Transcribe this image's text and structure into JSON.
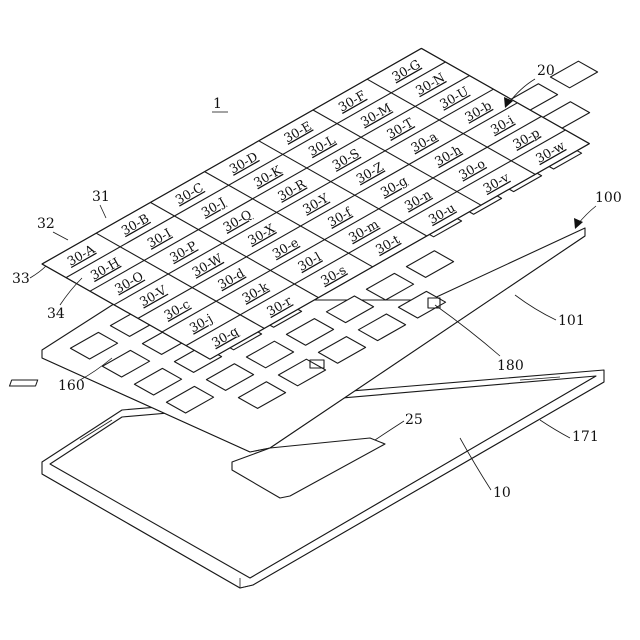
{
  "figure": {
    "title_ref": "1",
    "cell_labels": {
      "row1": [
        "30-A",
        "30-H",
        "30-O",
        "30-V",
        "30-c",
        "30-j",
        "30-q"
      ],
      "row2": [
        "30-B",
        "30-I",
        "30-P",
        "30-W",
        "30-d",
        "30-k",
        "30-r"
      ],
      "row3": [
        "30-C",
        "30-J",
        "30-Q",
        "30-X",
        "30-e",
        "30-l",
        "30-s"
      ],
      "row4": [
        "30-D",
        "30-K",
        "30-R",
        "30-Y",
        "30-f",
        "30-m",
        "30-t"
      ],
      "row5": [
        "30-E",
        "30-L",
        "30-S",
        "30-Z",
        "30-g",
        "30-n",
        "30-u"
      ],
      "row6": [
        "30-F",
        "30-M",
        "30-T",
        "30-a",
        "30-h",
        "30-o",
        "30-v"
      ],
      "row7": [
        "30-G",
        "30-N",
        "30-U",
        "30-b",
        "30-i",
        "30-p",
        "30-w"
      ]
    },
    "refs": {
      "r20": "20",
      "r100": "100",
      "r31": "31",
      "r32": "32",
      "r33": "33",
      "r34": "34",
      "r101": "101",
      "r180": "180",
      "r160": "160",
      "r25": "25",
      "r171": "171",
      "r10": "10"
    }
  }
}
